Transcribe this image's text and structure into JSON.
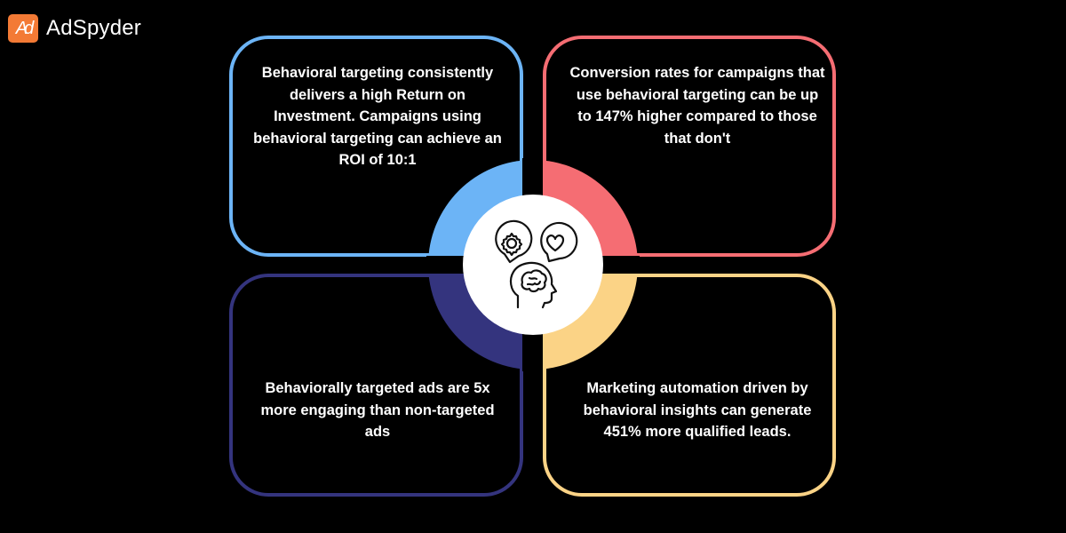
{
  "brand": {
    "logo_mark": "Ad",
    "name": "AdSpyder",
    "accent_color": "#f37a35"
  },
  "hub": {
    "icon": "head-brain-thoughts-icon",
    "sub_icons": [
      "gear-icon",
      "heart-icon",
      "brain-icon"
    ],
    "ring_colors": {
      "top_left": "#6cb4f6",
      "top_right": "#f56d73",
      "bottom_left": "#34347e",
      "bottom_right": "#fbd386"
    }
  },
  "cards": [
    {
      "position": "top-left",
      "color": "#6cb4f6",
      "text": "Behavioral targeting consistently delivers a high Return on Investment. Campaigns using behavioral targeting can achieve an ROI of 10:1"
    },
    {
      "position": "top-right",
      "color": "#f56d73",
      "text": "Conversion rates for campaigns that use behavioral targeting can be up to 147% higher compared to those that don't"
    },
    {
      "position": "bottom-left",
      "color": "#34347e",
      "text": "Behaviorally targeted ads are 5x more engaging than non-targeted ads"
    },
    {
      "position": "bottom-right",
      "color": "#fbd386",
      "text": "Marketing automation driven by behavioral insights can generate 451% more qualified leads."
    }
  ]
}
